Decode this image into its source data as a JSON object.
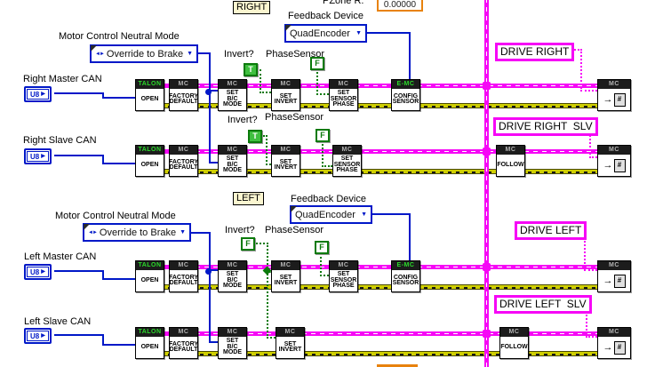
{
  "clipped": {
    "pzone_label": "PZone R:",
    "pzone_value": "0.00000"
  },
  "terminals": {
    "u8": "U8"
  },
  "nodes": {
    "talon_open": {
      "header": "TALON",
      "body": "OPEN"
    },
    "factory_default": {
      "header": "MC",
      "line1": "FACTORY",
      "line2": "DEFAULT"
    },
    "set_bc_mode": {
      "header": "MC",
      "line1": "SET",
      "line2": "B/C",
      "line3": "MODE"
    },
    "set_invert": {
      "header": "MC",
      "line1": "SET",
      "line2": "INVERT"
    },
    "set_sensor_phase": {
      "header": "MC",
      "line1": "SET",
      "line2": "SENSOR",
      "line3": "PHASE"
    },
    "config_sensor": {
      "header": "E-MC",
      "line1": "CONFIG",
      "line2": "SENSOR"
    },
    "follow": {
      "header": "MC",
      "body": "FOLLOW"
    },
    "registry": {
      "header": "MC",
      "arrow": "→",
      "page": "#"
    }
  },
  "right": {
    "section_label": "RIGHT",
    "neutral_mode_label": "Motor Control Neutral Mode",
    "neutral_mode_value": "Override to Brake",
    "feedback_label": "Feedback Device",
    "feedback_value": "QuadEncoder",
    "master": {
      "can_label": "Right Master CAN",
      "invert_label": "Invert?",
      "invert_value": "T",
      "phase_label": "PhaseSensor",
      "phase_value": "F",
      "drive_label": "DRIVE RIGHT"
    },
    "slave": {
      "can_label": "Right Slave CAN",
      "invert_label": "Invert?",
      "invert_value": "T",
      "phase_label": "PhaseSensor",
      "phase_value": "F",
      "drive_label": "DRIVE RIGHT  SLV"
    }
  },
  "left": {
    "section_label": "LEFT",
    "neutral_mode_label": "Motor Control Neutral Mode",
    "neutral_mode_value": "Override to Brake",
    "feedback_label": "Feedback Device",
    "feedback_value": "QuadEncoder",
    "master": {
      "can_label": "Left Master CAN",
      "invert_label": "Invert?",
      "invert_value": "F",
      "phase_label": "PhaseSensor",
      "phase_value": "F",
      "drive_label": "DRIVE LEFT"
    },
    "slave": {
      "can_label": "Left Slave CAN",
      "drive_label": "DRIVE LEFT  SLV"
    }
  },
  "colors": {
    "ref_wire": "#f606f6",
    "error_wire": "#cfcf00",
    "numeric_wire": "#0018c8",
    "bool_wire": "#0b7a0b",
    "free_label_bg": "#fbf6d0",
    "orange_numeric": "#e8820d"
  }
}
